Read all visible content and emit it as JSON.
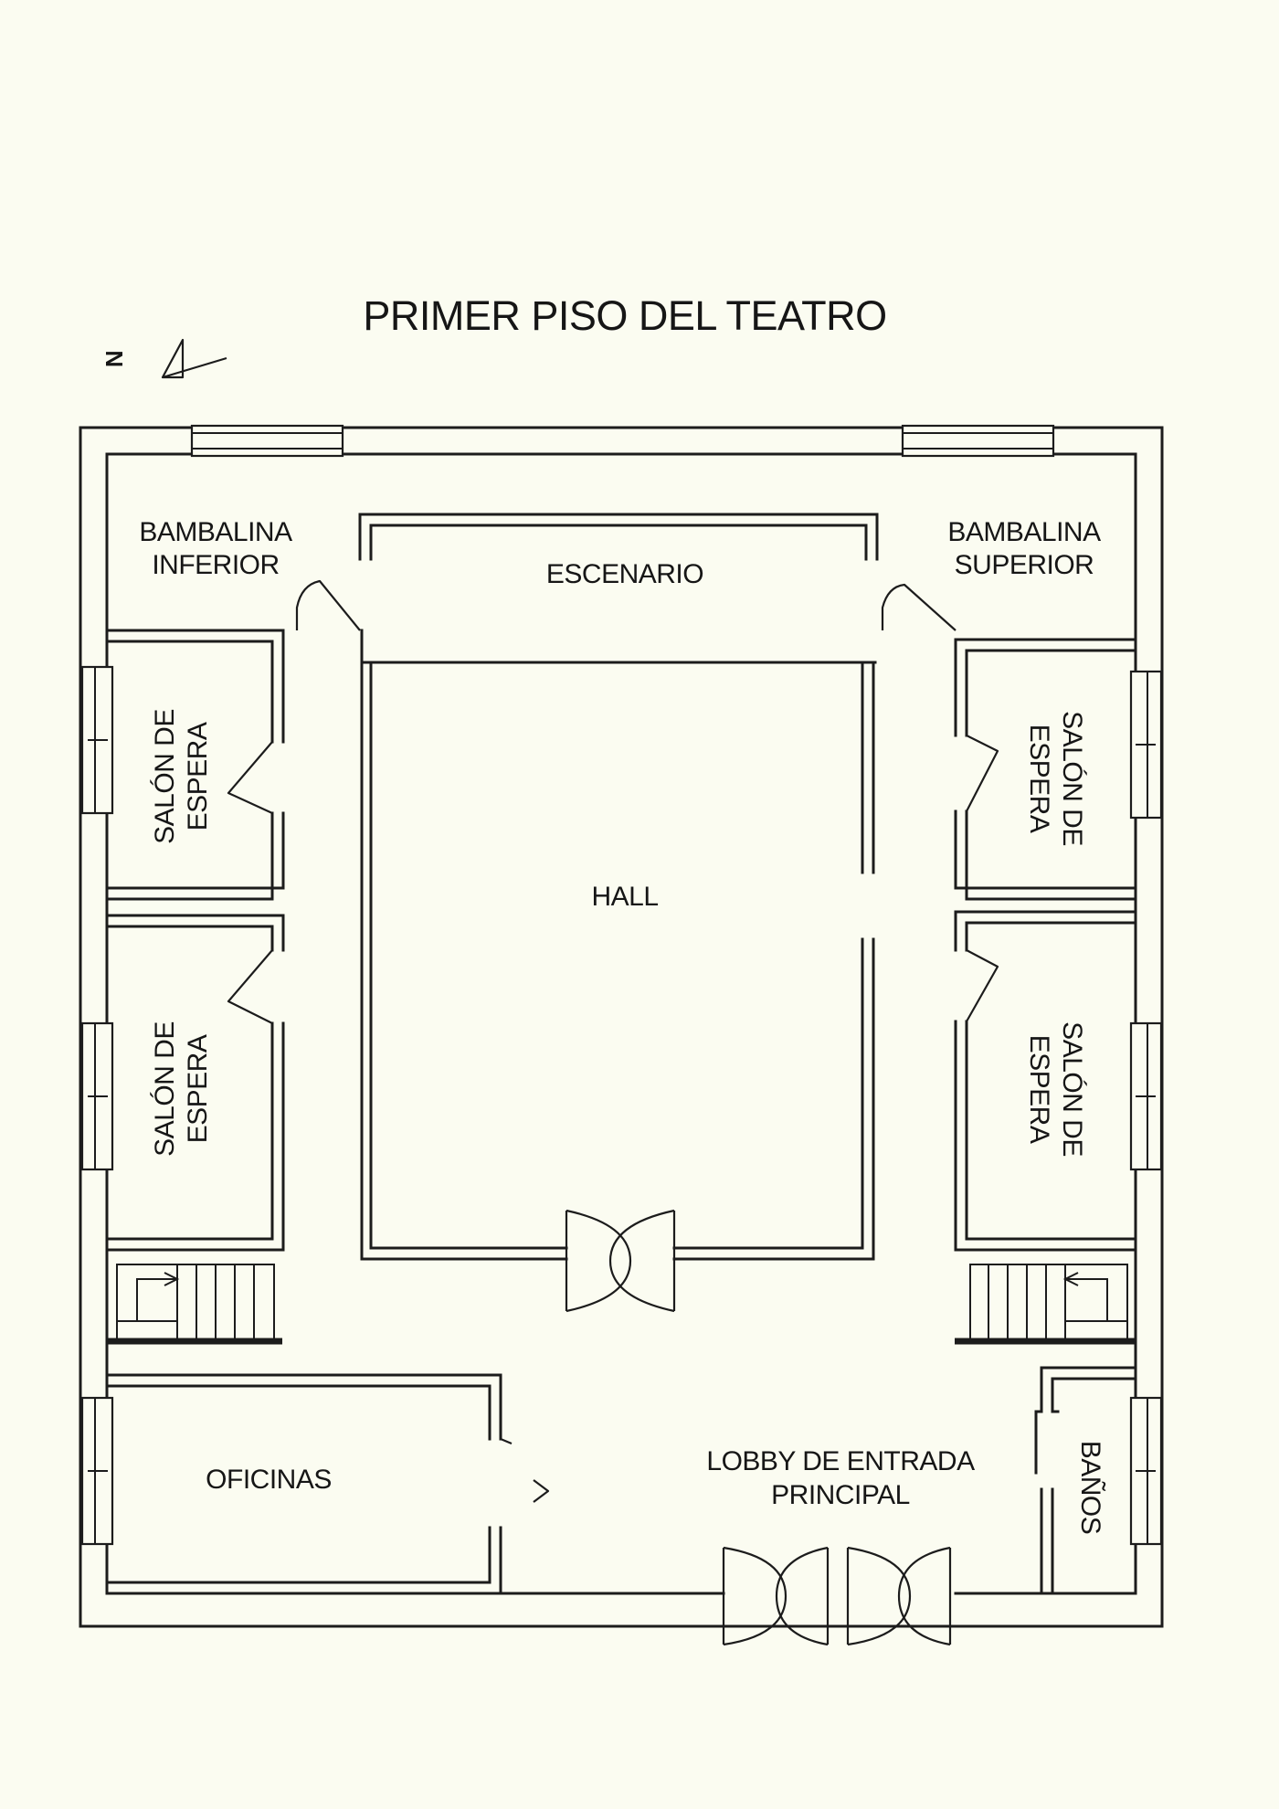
{
  "title": "PRIMER PISO DEL TEATRO",
  "north_label": "N",
  "icons": {
    "north_arrow": "north-arrow-icon",
    "stairs": "stairs-icon",
    "door": "door-swing-icon",
    "window": "window-icon"
  },
  "colors": {
    "background": "#fbfcf1",
    "line": "#1c1c1c"
  },
  "rooms": {
    "bambalina_inferior": [
      "BAMBALINA",
      "INFERIOR"
    ],
    "bambalina_superior": [
      "BAMBALINA",
      "SUPERIOR"
    ],
    "escenario": "ESCENARIO",
    "hall": "HALL",
    "salon_nw": [
      "SALÓN DE",
      "ESPERA"
    ],
    "salon_sw": [
      "SALÓN DE",
      "ESPERA"
    ],
    "salon_ne": [
      "SALÓN DE",
      "ESPERA"
    ],
    "salon_se": [
      "SALÓN DE",
      "ESPERA"
    ],
    "oficinas": "OFICINAS",
    "lobby": [
      "LOBBY DE ENTRADA",
      "PRINCIPAL"
    ],
    "banos": "BAÑOS"
  }
}
